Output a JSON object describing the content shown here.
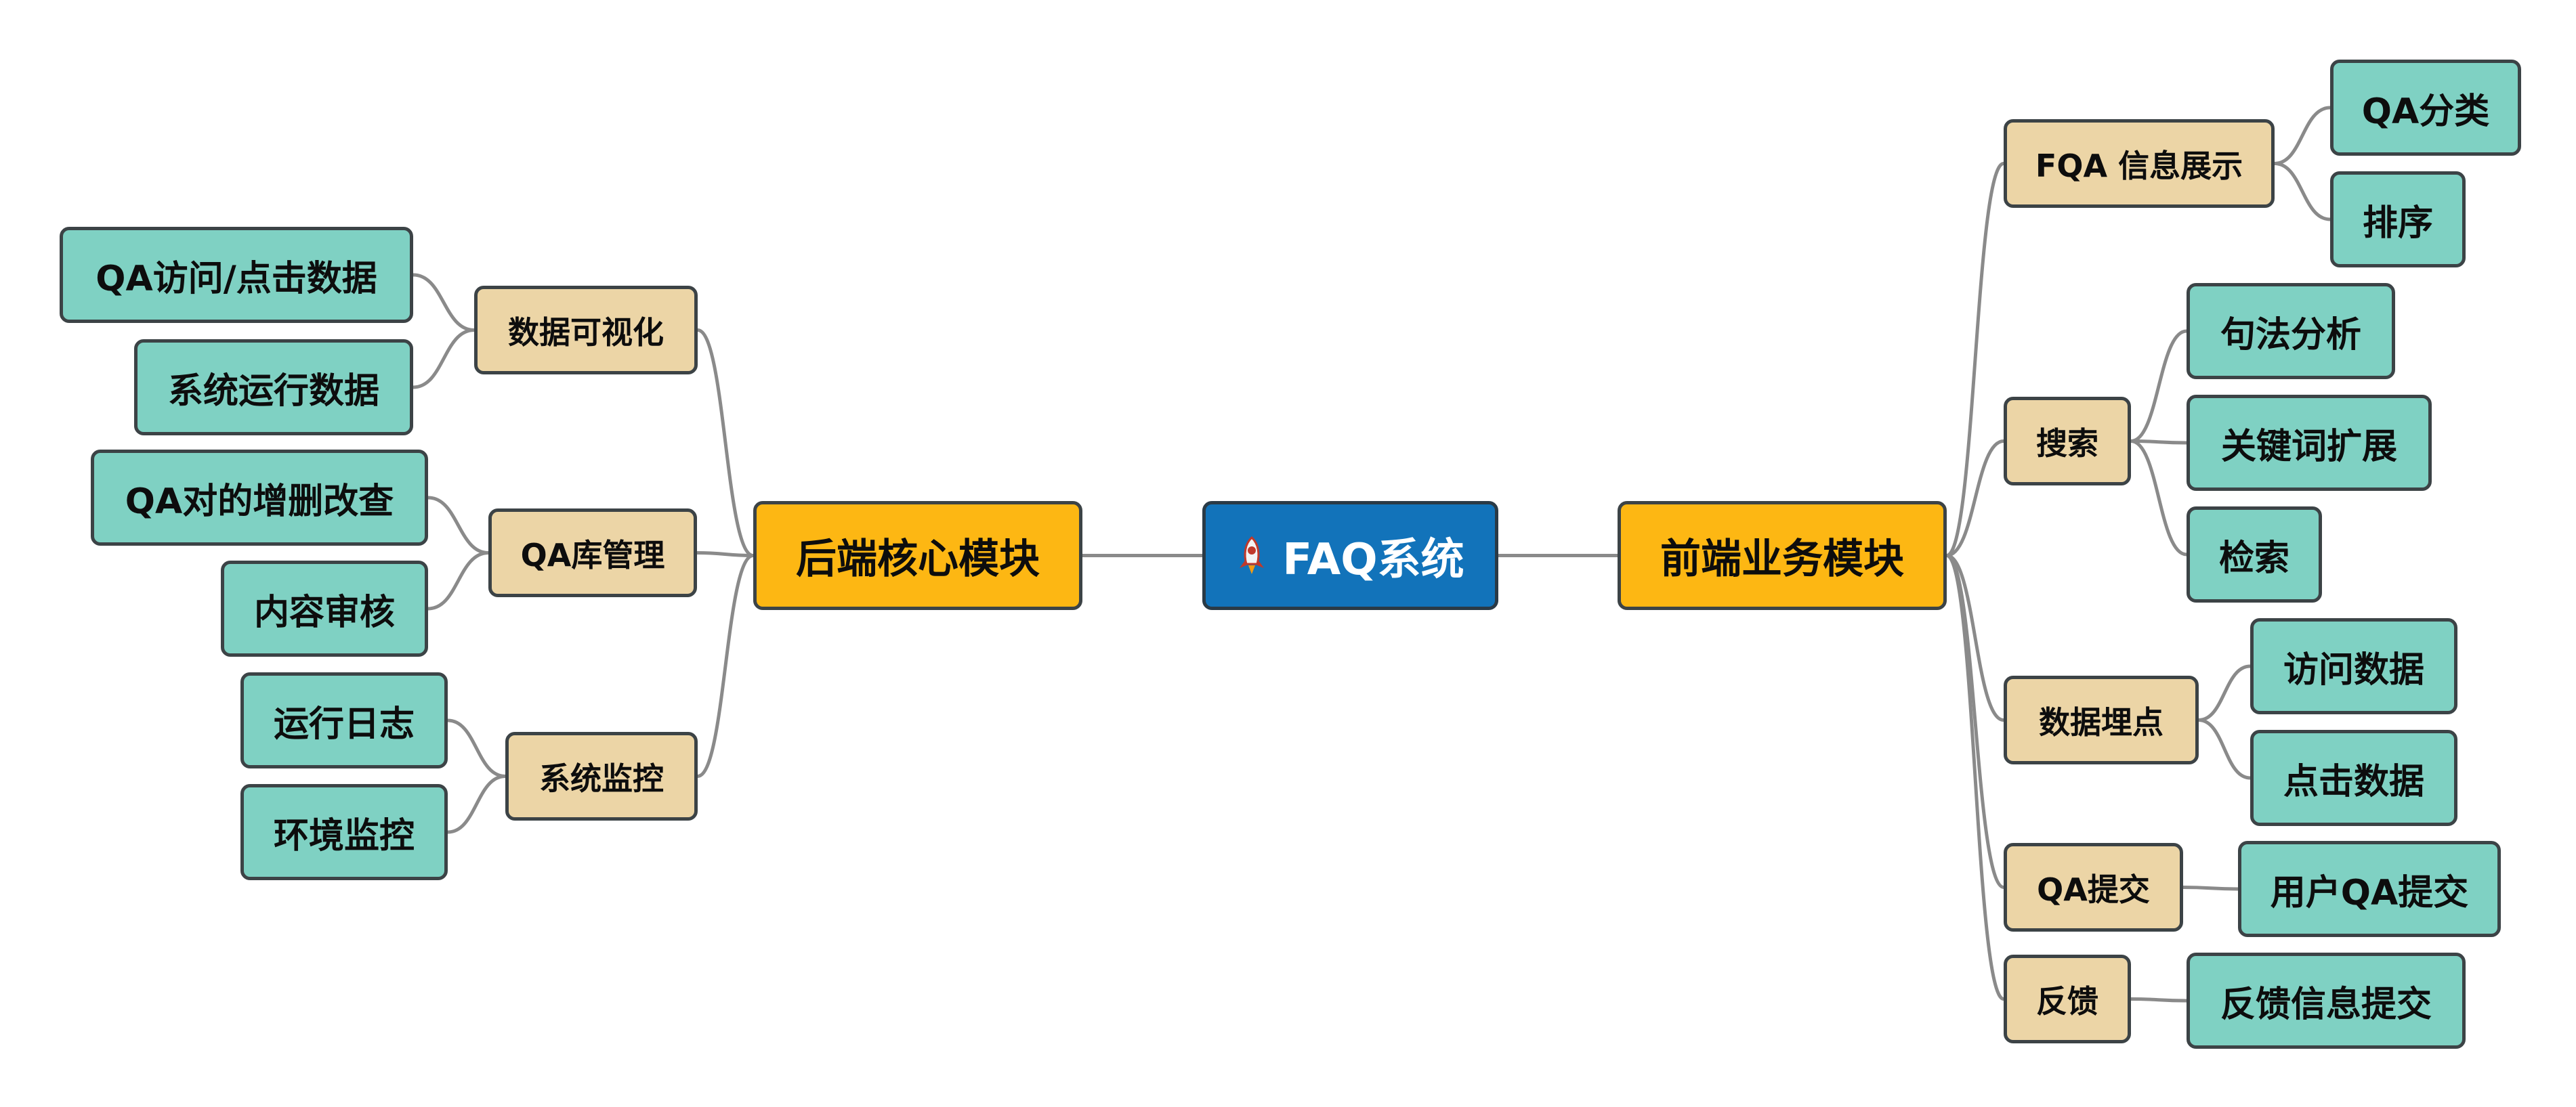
{
  "colors": {
    "root": "#1273ba",
    "main": "#fdb713",
    "sub": "#ecd5a6",
    "leaf": "#7fd1c3",
    "line": "#8a8a8a",
    "border": "#3c4346"
  },
  "root": {
    "label": "FAQ系统",
    "icon": "rocket-icon"
  },
  "left": {
    "label": "后端核心模块",
    "children": [
      {
        "label": "数据可视化",
        "children": [
          "QA访问/点击数据",
          "系统运行数据"
        ]
      },
      {
        "label": "QA库管理",
        "children": [
          "QA对的增删改查",
          "内容审核"
        ]
      },
      {
        "label": "系统监控",
        "children": [
          "运行日志",
          "环境监控"
        ]
      }
    ]
  },
  "right": {
    "label": "前端业务模块",
    "children": [
      {
        "label": "FQA 信息展示",
        "children": [
          "QA分类",
          "排序"
        ]
      },
      {
        "label": "搜索",
        "children": [
          "句法分析",
          "关键词扩展",
          "检索"
        ]
      },
      {
        "label": "数据埋点",
        "children": [
          "访问数据",
          "点击数据"
        ]
      },
      {
        "label": "QA提交",
        "children": [
          "用户QA提交"
        ]
      },
      {
        "label": "反馈",
        "children": [
          "反馈信息提交"
        ]
      }
    ]
  }
}
